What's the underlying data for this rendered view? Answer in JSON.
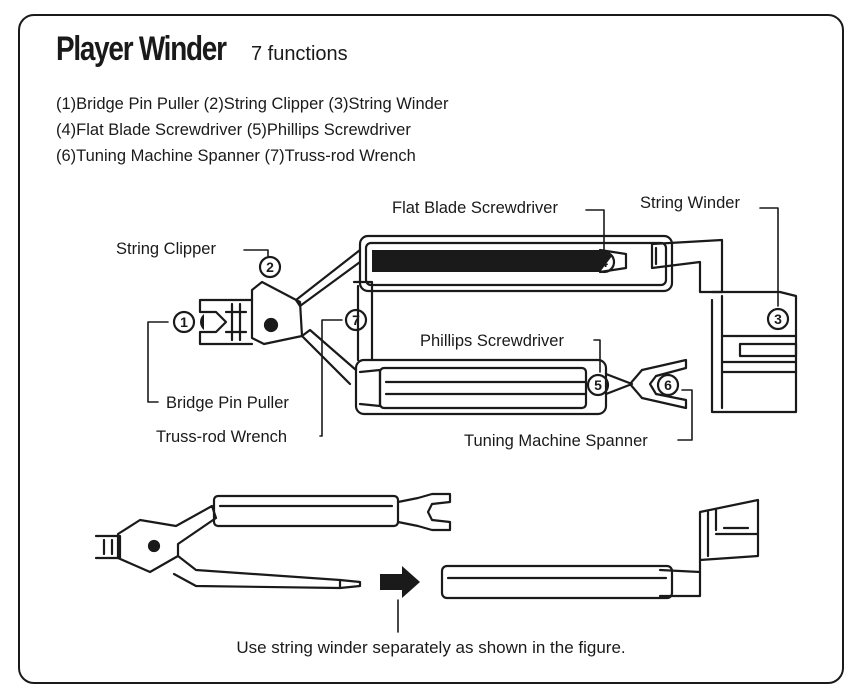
{
  "title": "Player Winder",
  "subtitle": "7 functions",
  "functions": [
    "(1)Bridge Pin Puller  (2)String Clipper  (3)String Winder",
    "(4)Flat Blade Screwdriver  (5)Phillips Screwdriver",
    "(6)Tuning Machine Spanner  (7)Truss-rod Wrench"
  ],
  "callouts": {
    "string_clipper": "String Clipper",
    "flat_blade": "Flat Blade Screwdriver",
    "string_winder": "String Winder",
    "phillips": "Phillips Screwdriver",
    "bridge_pin": "Bridge Pin Puller",
    "truss_rod": "Truss-rod Wrench",
    "spanner": "Tuning Machine Spanner"
  },
  "markers": {
    "m1": "1",
    "m2": "2",
    "m3": "3",
    "m4": "4",
    "m5": "5",
    "m6": "6",
    "m7": "7"
  },
  "footer": "Use string winder separately as shown in the figure."
}
